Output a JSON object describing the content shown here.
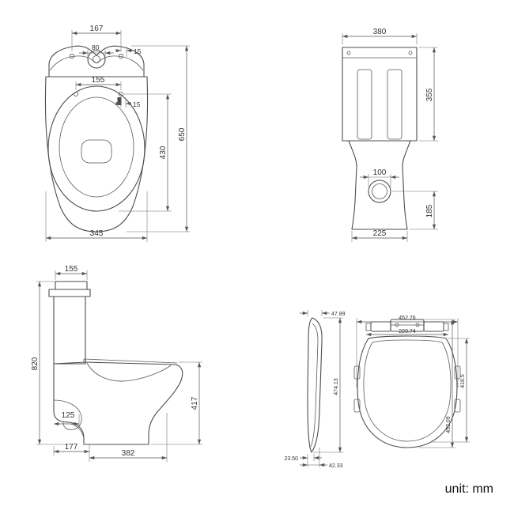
{
  "unit_label": "unit: mm",
  "plan": {
    "d167": "167",
    "d80": "80",
    "d15_screw": "15",
    "d155": "155",
    "d15_hinge": "15",
    "d430": "430",
    "d650": "650",
    "d345": "345"
  },
  "rear": {
    "d380": "380",
    "d355": "355",
    "d100": "100",
    "d185": "185",
    "d225": "225"
  },
  "side": {
    "d155": "155",
    "d820": "820",
    "d125": "125",
    "d417": "417",
    "d177": "177",
    "d382": "382"
  },
  "seat": {
    "thickness_top": "47.89",
    "length_side": "474.13",
    "rear_thickness": "23.50",
    "base_thickness": "42.33",
    "lid_width": "452.76",
    "hinge_width": "220.74",
    "ring_length": "418.5",
    "outer_length": "452.09"
  }
}
